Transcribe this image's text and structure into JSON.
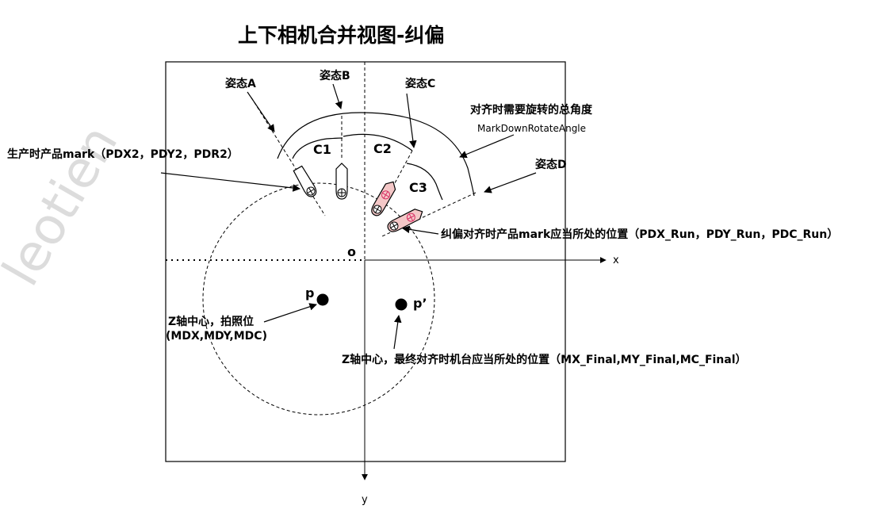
{
  "title": "上下相机合并视图-纠偏",
  "watermark": "leotien",
  "poses": {
    "a": "姿态A",
    "b": "姿态B",
    "c": "姿态C",
    "d": "姿态D"
  },
  "angles": {
    "c1": "C1",
    "c2": "C2",
    "c3": "C3"
  },
  "total_rotation": {
    "label": "对齐时需要旋转的总角度",
    "variable": "MarkDownRotateAngle"
  },
  "production_mark": "生产时产品mark（PDX2，PDY2，PDR2）",
  "run_mark": "纠偏对齐时产品mark应当所处的位置（PDX_Run，PDY_Run，PDC_Run）",
  "origin": "o",
  "axis_x": "x",
  "axis_y": "y",
  "point_p": "p",
  "point_p_prime": "p’",
  "z_center_photo": {
    "line1": "Z轴中心，拍照位",
    "line2": "(MDX,MDY,MDC)"
  },
  "z_center_final": "Z轴中心，最终对齐时机台应当所处的位置（MX_Final,MY_Final,MC_Final）",
  "colors": {
    "line": "#000000",
    "mark_fill": "#f4c7c7",
    "mark_symbol": "#d62c62"
  }
}
